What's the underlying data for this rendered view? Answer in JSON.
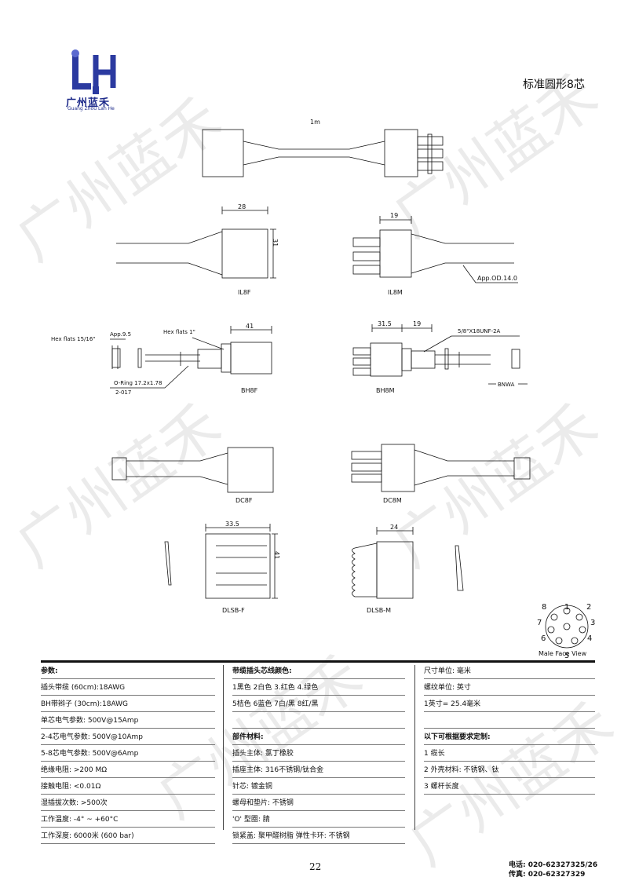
{
  "logo": {
    "text": "广州蓝禾",
    "subtext": "Guang Zhou Lan He"
  },
  "page_title": "标准圆形8芯",
  "watermark": "广州蓝禾",
  "drawing": {
    "length_label": "1m",
    "il8f": {
      "label": "IL8F",
      "width": "28",
      "height": "31"
    },
    "il8m": {
      "label": "IL8M",
      "width": "19",
      "od": "App.OD.14.0"
    },
    "bh8f": {
      "label": "BH8F",
      "hex_flats_nut": "Hex flats 15/16\"",
      "app": "App.9.5",
      "hex_flats": "Hex flats 1\"",
      "width": "41",
      "oring": "O-Ring 17.2x1.78",
      "oring_code": "2-017"
    },
    "bh8m": {
      "label": "BH8M",
      "dim1": "31.5",
      "dim2": "19",
      "thread": "5/8\"X18UNF-2A",
      "nut": "BNWA"
    },
    "dc8f": {
      "label": "DC8F"
    },
    "dc8m": {
      "label": "DC8M"
    },
    "dlsbf": {
      "label": "DLSB-F",
      "width": "33.5",
      "height": "41"
    },
    "dlsbm": {
      "label": "DLSB-M",
      "width": "24"
    },
    "pins": [
      "1",
      "2",
      "3",
      "4",
      "5",
      "6",
      "7",
      "8"
    ],
    "face_view": "Male Face View"
  },
  "table": {
    "col1": {
      "header": "参数:",
      "rows": [
        "插头带缆 (60cm):18AWG",
        "BH带辫子 (30cm):18AWG",
        "单芯电气参数: 500V@15Amp",
        "2-4芯电气参数: 500V@10Amp",
        "5-8芯电气参数: 500V@6Amp",
        "绝缘电阻: >200 MΩ",
        "接触电阻: <0.01Ω",
        "湿插拔次数: >500次",
        "工作温度: -4° ~ +60°C",
        "工作深度: 6000米 (600 bar)"
      ]
    },
    "col2": {
      "header": "带缆插头芯线颜色:",
      "rows": [
        "1黑色 2白色 3.红色 4.绿色",
        "5桔色 6蓝色 7白/黑 8红/黑",
        ""
      ],
      "header2": "部件材料:",
      "rows2": [
        "插头主体: 氯丁橡胶",
        "插座主体: 316不锈钢/钛合金",
        "针芯: 镀金铜",
        "螺母和垫片: 不锈钢",
        "'O' 型圈: 腈",
        "锁紧盖: 聚甲醛树脂 弹性卡环: 不锈钢"
      ]
    },
    "col3": {
      "rows": [
        "尺寸单位: 毫米",
        "螺纹单位: 英寸",
        "1英寸= 25.4毫米",
        ""
      ],
      "header2": "以下可根据要求定制:",
      "rows2": [
        "1 缆长",
        "2 外壳材料: 不锈钢、钛",
        "3 螺杆长度"
      ]
    }
  },
  "page_number": "22",
  "contact": {
    "phone": "电话: 020-62327325/26",
    "fax": "传真: 020-62327329"
  }
}
